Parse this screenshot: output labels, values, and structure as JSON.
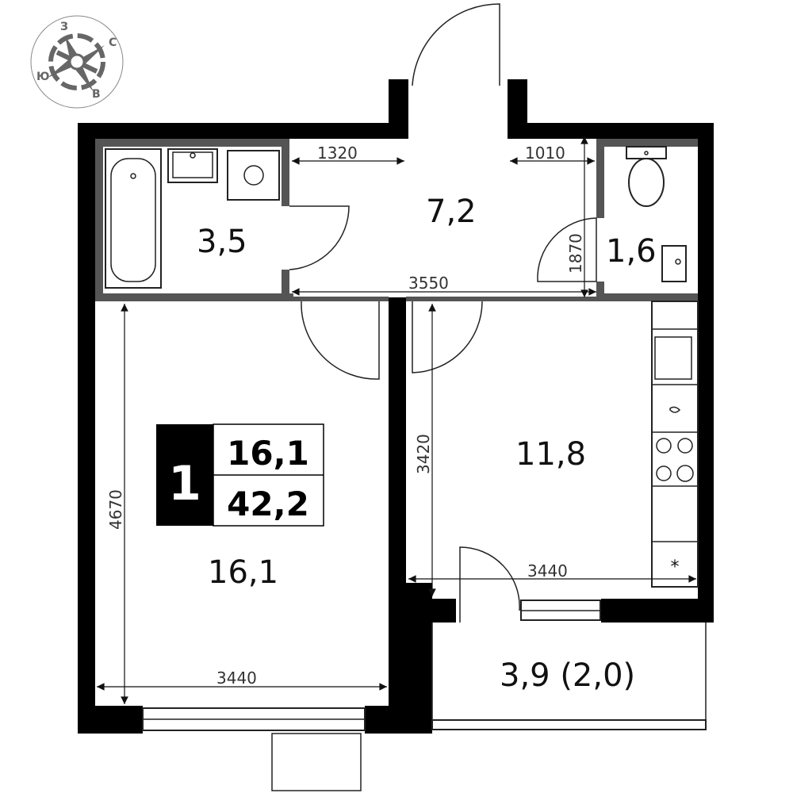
{
  "compass": {
    "north": "С",
    "south": "Ю",
    "west": "З",
    "east": "В"
  },
  "summary": {
    "rooms": "1",
    "living_area": "16,1",
    "total_area": "42,2"
  },
  "rooms": {
    "bathroom": "3,5",
    "hall": "7,2",
    "toilet": "1,6",
    "living_room": "16,1",
    "kitchen": "11,8",
    "balcony": "3,9 (2,0)"
  },
  "dimensions": {
    "hall_left": "1320",
    "hall_right": "1010",
    "toilet_height": "1870",
    "hall_width": "3550",
    "kitchen_height": "3420",
    "kitchen_width": "3440",
    "room_height": "4670",
    "room_width": "3440"
  },
  "colors": {
    "wall": "#000000",
    "partition": "#555555",
    "compass": "#666666"
  }
}
